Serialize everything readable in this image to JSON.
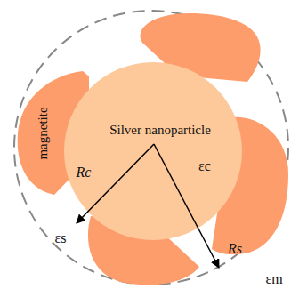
{
  "diagram": {
    "nodes": [
      {
        "text": [
          "Silver nanoparticle"
        ]
      },
      {
        "text": [
          "magnetite"
        ]
      }
    ],
    "labels": [
      "Rc",
      "εc",
      "εs",
      "Rs",
      "εm"
    ]
  }
}
